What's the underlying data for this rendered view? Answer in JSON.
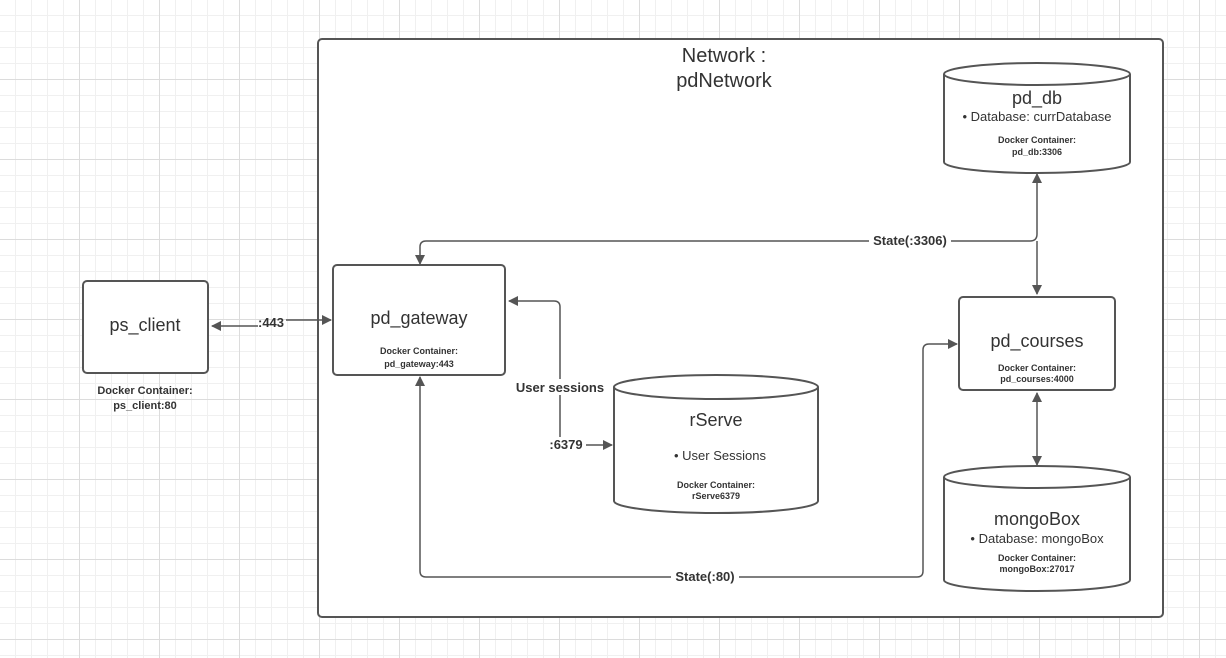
{
  "network": {
    "title_line1": "Network :",
    "title_line2": "pdNetwork"
  },
  "nodes": {
    "ps_client": {
      "title": "ps_client",
      "container_line1": "Docker Container:",
      "container_line2": "ps_client:80"
    },
    "pd_gateway": {
      "title": "pd_gateway",
      "container_line1": "Docker Container:",
      "container_line2": "pd_gateway:443"
    },
    "pd_db": {
      "title": "pd_db",
      "bullet": "•  Database: currDatabase",
      "container_line1": "Docker Container:",
      "container_line2": "pd_db:3306"
    },
    "rServe": {
      "title": "rServe",
      "bullet": "•  User Sessions",
      "container_line1": "Docker Container:",
      "container_line2": "rServe6379"
    },
    "pd_courses": {
      "title": "pd_courses",
      "container_line1": "Docker Container:",
      "container_line2": "pd_courses:4000"
    },
    "mongoBox": {
      "title": "mongoBox",
      "bullet": "•  Database: mongoBox",
      "container_line1": "Docker Container:",
      "container_line2": "mongoBox:27017"
    }
  },
  "edges": {
    "client_gateway": ":443",
    "gateway_db": "State(:3306)",
    "gateway_rserve_top": "User sessions",
    "gateway_rserve_bottom": ":6379",
    "gateway_courses": "State(:80)"
  },
  "colors": {
    "stroke": "#555555",
    "text": "#333333",
    "grid": "#dcdcdc"
  }
}
